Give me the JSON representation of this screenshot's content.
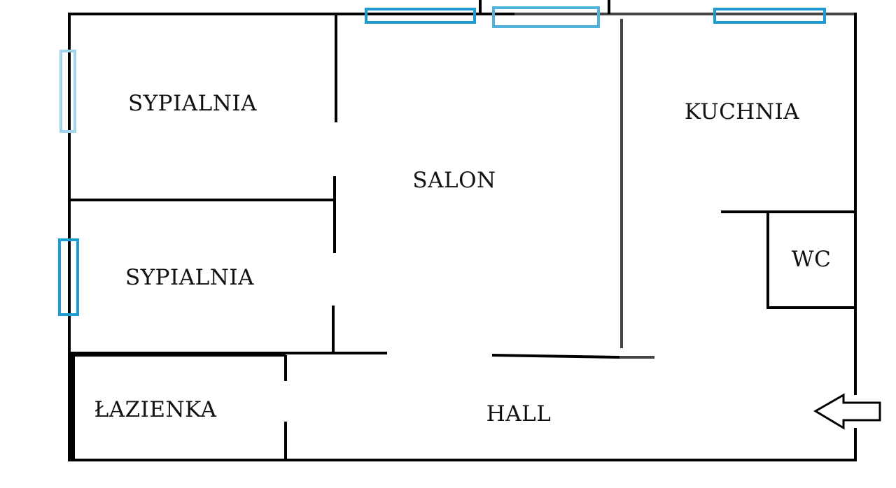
{
  "rooms": {
    "bedroom_1": "SYPIALNIA",
    "bedroom_2": "SYPIALNIA",
    "living_room": "SALON",
    "kitchen": "KUCHNIA",
    "wc": "WC",
    "bathroom": "ŁAZIENKA",
    "hall": "HALL"
  },
  "colors": {
    "wall": "#000000",
    "wall_grey": "#444444",
    "window": "#1e9bd0",
    "window_light": "#9fd4ec"
  },
  "icons": {
    "entrance": "arrow-left-icon"
  }
}
